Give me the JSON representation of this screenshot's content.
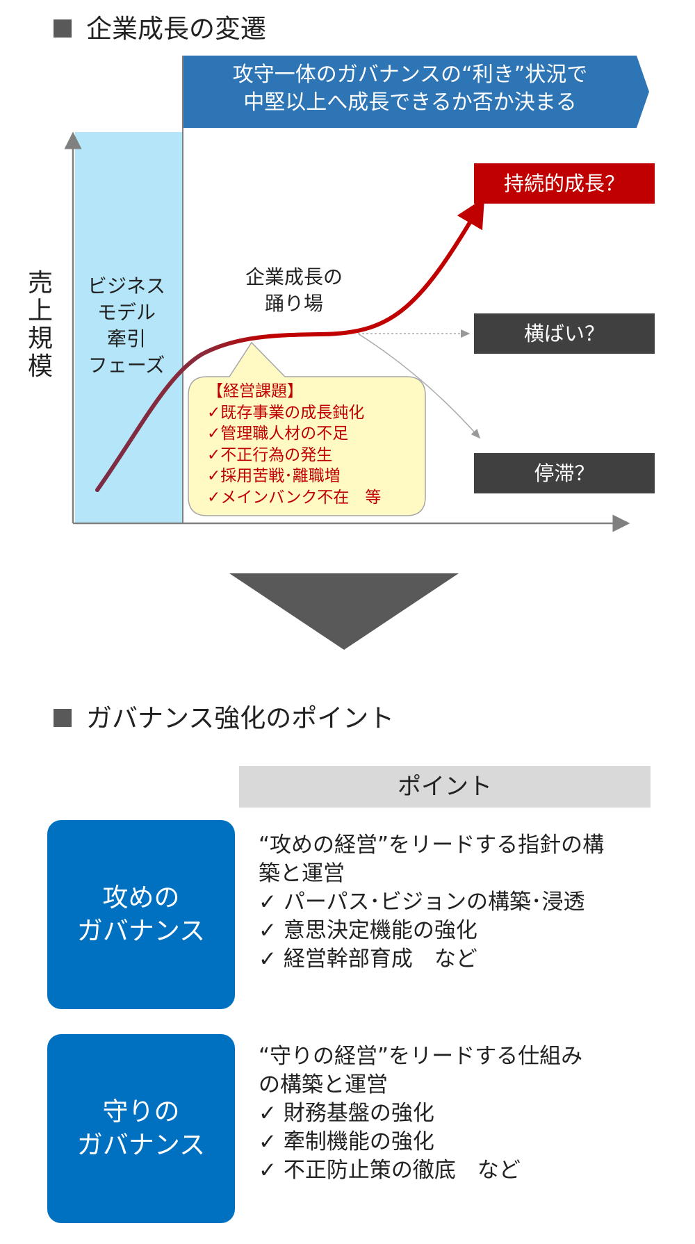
{
  "section1": {
    "title": "企業成長の変遷"
  },
  "banner": {
    "line1": "攻守一体のガバナンスの“利き”状況で",
    "line2": "中堅以上へ成長できるか否か決まる"
  },
  "y_axis_label": [
    "売",
    "上",
    "規",
    "模"
  ],
  "phase_label": [
    "ビジネス",
    "モデル",
    "牽引",
    "フェーズ"
  ],
  "plateau_label": [
    "企業成長の",
    "踊り場"
  ],
  "outcomes": {
    "sustained": "持続的成長？",
    "flat": "横ばい？",
    "stagnant": "停滞？"
  },
  "callout": {
    "heading": "【経営課題】",
    "items": [
      "✓既存事業の成長鈍化",
      "✓管理職人材の不足",
      "✓不正行為の発生",
      "✓採用苦戦･離職増",
      "✓メインバンク不在　等"
    ]
  },
  "section2": {
    "title": "ガバナンス強化のポイント"
  },
  "points_header": "ポイント",
  "offense": {
    "box": [
      "攻めの",
      "ガバナンス"
    ],
    "lead": [
      "“攻めの経営”をリードする指針の構",
      "築と運営"
    ],
    "items": [
      "✓ パーパス･ビジョンの構築･浸透",
      "✓ 意思決定機能の強化",
      "✓ 経営幹部育成　など"
    ]
  },
  "defense": {
    "box": [
      "守りの",
      "ガバナンス"
    ],
    "lead": [
      "“守りの経営”をリードする仕組み",
      "の構築と運営"
    ],
    "items": [
      "✓ 財務基盤の強化",
      "✓ 牽制機能の強化",
      "✓ 不正防止策の徹底　など"
    ]
  },
  "colors": {
    "banner": "#2e75b6",
    "phase_fill": "#b4e5f8",
    "curve_early": "#7b2c44",
    "curve_late": "#c00000",
    "outcome_red": "#c00000",
    "outcome_dark": "#404040",
    "callout_fill": "#fff9c4",
    "callout_text": "#c00000",
    "governance_box": "#0070c0",
    "point_header": "#d9d9d9"
  }
}
